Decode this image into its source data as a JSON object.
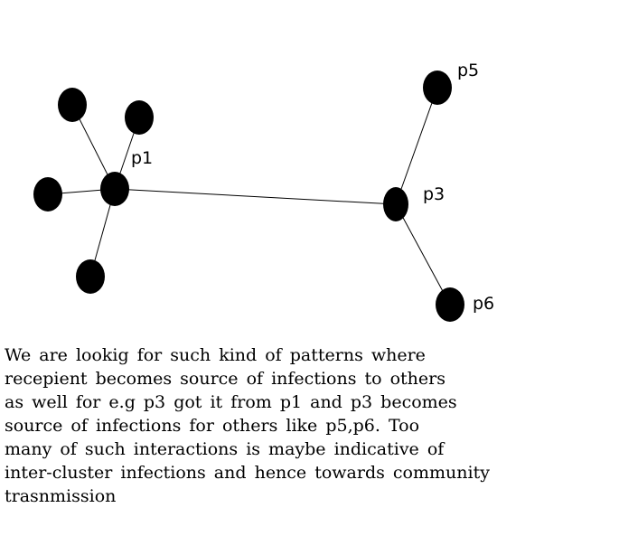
{
  "diagram": {
    "type": "network-graph",
    "node_color": "#000000",
    "edge_color": "#000000",
    "nodes": [
      {
        "id": "p1",
        "label": "p1"
      },
      {
        "id": "a",
        "label": ""
      },
      {
        "id": "b",
        "label": ""
      },
      {
        "id": "c",
        "label": ""
      },
      {
        "id": "d",
        "label": ""
      },
      {
        "id": "p3",
        "label": "p3"
      },
      {
        "id": "p5",
        "label": "p5"
      },
      {
        "id": "p6",
        "label": "p6"
      }
    ],
    "edges": [
      {
        "from": "a",
        "to": "p1"
      },
      {
        "from": "b",
        "to": "p1"
      },
      {
        "from": "c",
        "to": "p1"
      },
      {
        "from": "d",
        "to": "p1"
      },
      {
        "from": "p1",
        "to": "p3"
      },
      {
        "from": "p3",
        "to": "p5"
      },
      {
        "from": "p3",
        "to": "p6"
      }
    ]
  },
  "caption": {
    "lines": [
      "We are lookig for such kind of patterns where",
      "recepient becomes source of infections to others",
      "as well for e.g p3 got it from p1 and p3 becomes",
      "source of infections for others like p5,p6. Too",
      "many of such interactions is maybe indicative of",
      "inter-cluster infections and hence towards community",
      "trasnmission"
    ]
  }
}
